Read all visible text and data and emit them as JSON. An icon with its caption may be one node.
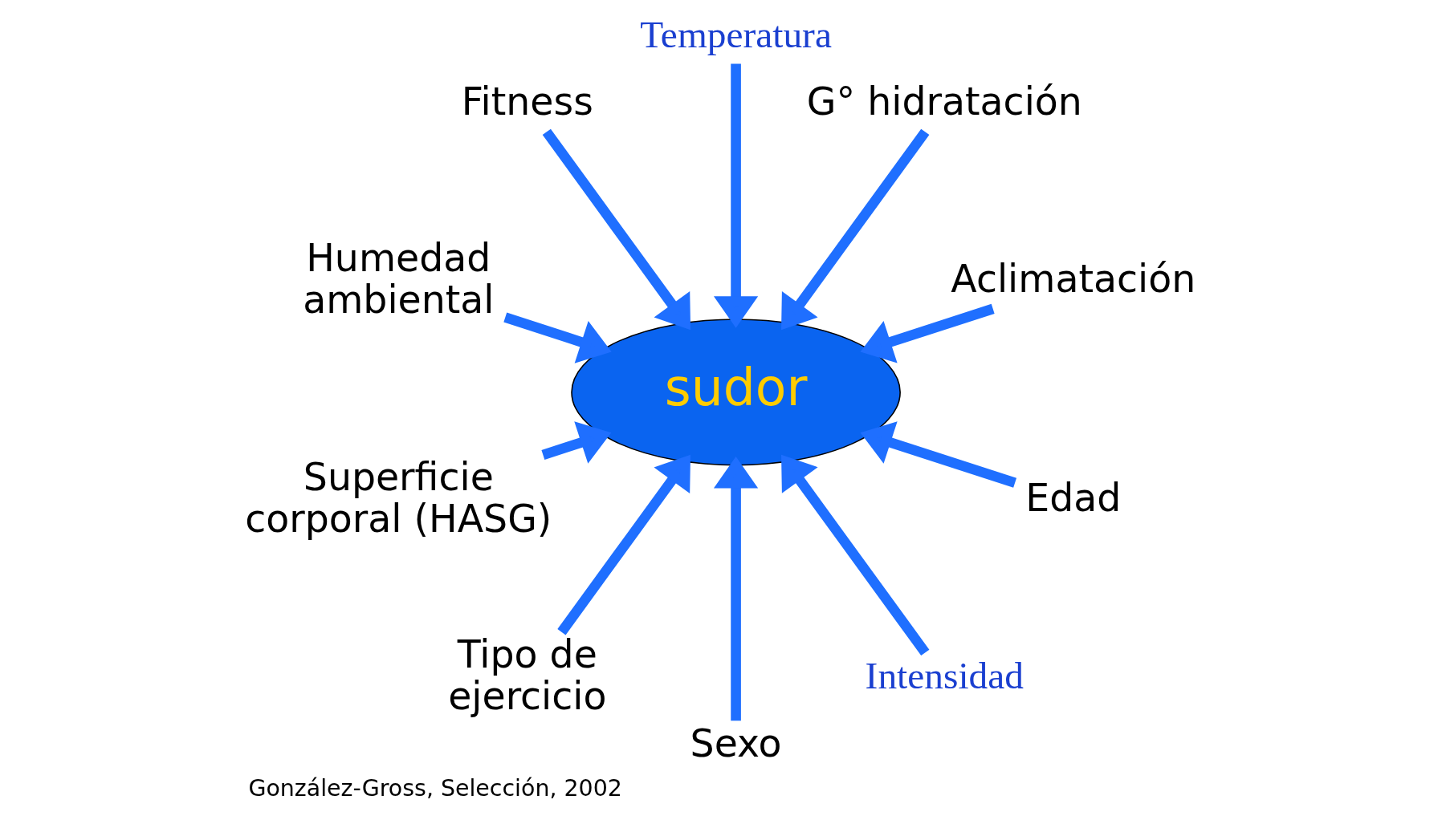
{
  "diagram": {
    "caption": "González-Gross, Selección, 2002",
    "nodes": [
      {
        "text": [
          "Aclimatación"
        ]
      },
      {
        "text": [
          "G° hidratación"
        ]
      },
      {
        "text": [
          "Temperatura"
        ]
      },
      {
        "text": [
          "Fitness"
        ]
      },
      {
        "text": [
          "Humedad ambiental"
        ]
      },
      {
        "text": [
          "Superficie corporal (HASG)"
        ]
      },
      {
        "text": [
          "sudor"
        ]
      },
      {
        "text": [
          "Tipo de ejercicio"
        ]
      },
      {
        "text": [
          "Sexo"
        ]
      },
      {
        "text": [
          "Intensidad"
        ]
      },
      {
        "text": [
          "Edad"
        ]
      }
    ],
    "edges": [
      {
        "from": 0,
        "to": 6,
        "arrow": "to"
      },
      {
        "from": 1,
        "to": 6,
        "arrow": "to"
      },
      {
        "from": 2,
        "to": 6,
        "arrow": "to"
      },
      {
        "from": 3,
        "to": 6,
        "arrow": "to"
      },
      {
        "from": 4,
        "to": 6,
        "arrow": "to"
      },
      {
        "from": 5,
        "to": 6,
        "arrow": "to"
      },
      {
        "from": 7,
        "to": 6,
        "arrow": "to"
      },
      {
        "from": 8,
        "to": 6,
        "arrow": "to"
      },
      {
        "from": 9,
        "to": 6,
        "arrow": "to"
      },
      {
        "from": 10,
        "to": 6,
        "arrow": "to"
      }
    ]
  }
}
